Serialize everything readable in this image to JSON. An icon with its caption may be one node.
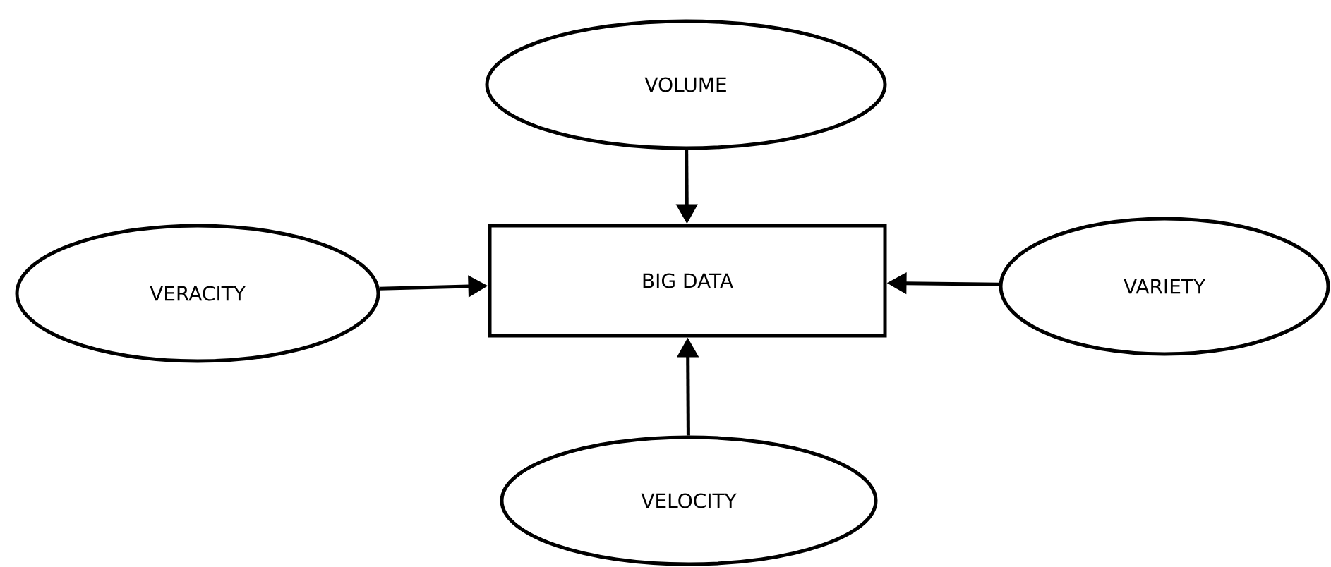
{
  "diagram": {
    "nodes": [
      {
        "text": [
          "VOLUME"
        ]
      },
      {
        "text": [
          "VERACITY"
        ]
      },
      {
        "text": [
          "BIG DATA"
        ]
      },
      {
        "text": [
          "VARIETY"
        ]
      },
      {
        "text": [
          "VELOCITY"
        ]
      }
    ],
    "edges": [
      {
        "from": 0,
        "to": 2,
        "arrow": "to"
      },
      {
        "from": 1,
        "to": 2,
        "arrow": "to"
      },
      {
        "from": 3,
        "to": 2,
        "arrow": "to"
      },
      {
        "from": 4,
        "to": 2,
        "arrow": "to"
      }
    ]
  }
}
